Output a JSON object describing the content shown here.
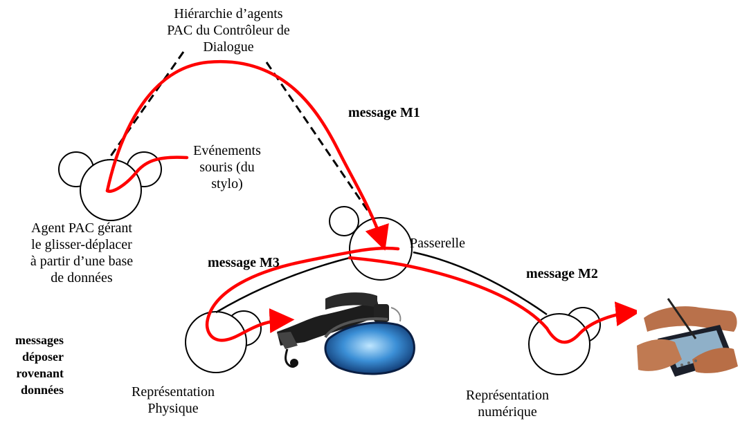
{
  "labels": {
    "hierarchy": [
      "Hiérarchie d’agents",
      "PAC du Contrôleur de",
      "Dialogue"
    ],
    "events": [
      "Evénements",
      "souris (du",
      "stylo)"
    ],
    "agent": [
      "Agent PAC gérant",
      "le glisser-déplacer",
      "à partir d’une base",
      "de données"
    ],
    "passerelle": "Passerelle",
    "m1": "message M1",
    "m2": "message M2",
    "m3": "message M3",
    "physique": [
      "Représentation",
      "Physique"
    ],
    "numerique": [
      "Représentation",
      "numérique"
    ],
    "cut_left": [
      "messages",
      "déposer",
      "rovenant",
      "données"
    ]
  },
  "colors": {
    "arrow": "#ff0000",
    "line": "#000000"
  },
  "images": [
    "headset-picture",
    "tablet-pen-picture"
  ]
}
